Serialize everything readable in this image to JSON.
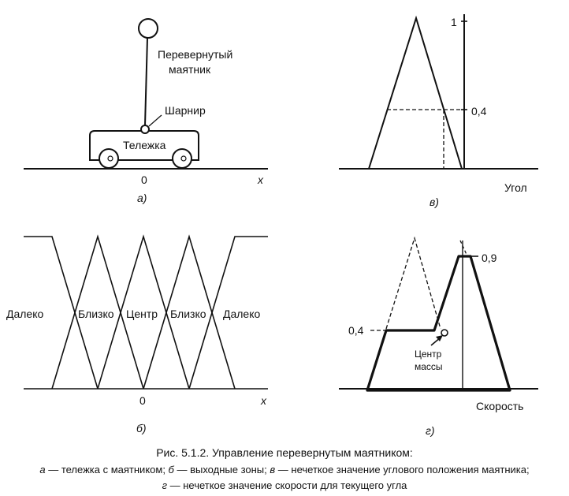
{
  "panel_a": {
    "label_pendulum_line1": "Перевернутый",
    "label_pendulum_line2": "маятник",
    "label_hinge": "Шарнир",
    "label_cart": "Тележка",
    "axis_zero": "0",
    "axis_x": "x",
    "sublabel": "а)"
  },
  "panel_b": {
    "zones": [
      "Далеко",
      "Близко",
      "Центр",
      "Близко",
      "Далеко"
    ],
    "axis_zero": "0",
    "axis_x": "x",
    "sublabel": "б)"
  },
  "panel_v": {
    "value_top": "1",
    "value_mid": "0,4",
    "axis_label": "Угол",
    "sublabel": "в)"
  },
  "panel_g": {
    "value_top": "0,9",
    "value_left": "0,4",
    "center_line1": "Центр",
    "center_line2": "массы",
    "axis_label": "Скорость",
    "sublabel": "г)"
  },
  "caption": {
    "title": "Рис. 5.1.2. Управление перевернутым маятником:",
    "line1_a_letter": "а",
    "line1_a_text": " — тележка с маятником; ",
    "line1_b_letter": "б",
    "line1_b_text": " — выходные зоны; ",
    "line1_v_letter": "в",
    "line1_v_text": " — нечеткое значение углового положения маятника;",
    "line2_g_letter": "г",
    "line2_g_text": " — нечеткое значение скорости для текущего угла"
  }
}
